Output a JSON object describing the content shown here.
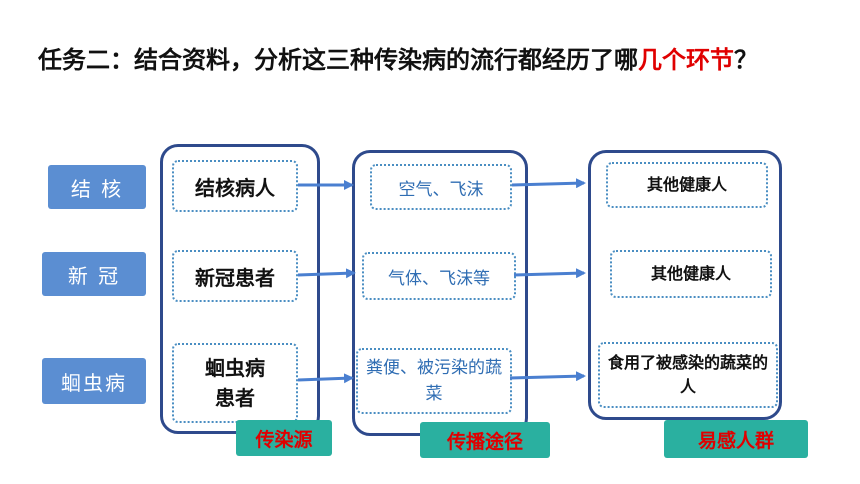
{
  "title": {
    "text": "任务二：结合资料，分析这三种传染病的流行都经历了哪",
    "highlight": "几个环节",
    "suffix": "？"
  },
  "rows": [
    "结 核",
    "新 冠",
    "蛔虫病"
  ],
  "source": {
    "items": [
      "结核病人",
      "新冠患者",
      "蛔虫病患者"
    ],
    "tag": "传染源"
  },
  "route": {
    "items": [
      "空气、飞沫",
      "气体、飞沫等",
      "粪便、被污染的蔬菜"
    ],
    "tag": "传播途径"
  },
  "host": {
    "items": [
      "其他健康人",
      "其他健康人",
      "食用了被感染的蔬菜的人"
    ],
    "tag": "易感人群"
  },
  "colors": {
    "title_highlight": "#e00000",
    "row_label_bg": "#5b8ed2",
    "group_border": "#2e4a8c",
    "tag_bg": "#2ab0a0",
    "tag_text": "#e00000",
    "arrow": "#4a7fd0"
  }
}
